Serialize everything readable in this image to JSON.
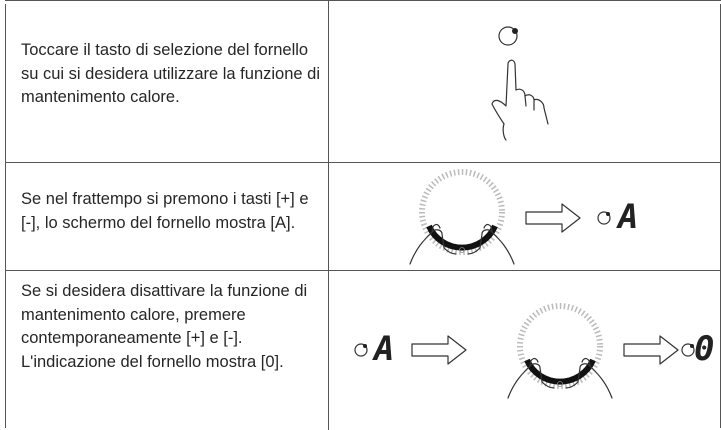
{
  "rows": [
    {
      "text": "Toccare il tasto di selezione del fornello su cui si desidera utilizzare la funzione di mantenimento calore.",
      "illustration": "finger-tap-icon"
    },
    {
      "text": "Se nel frattempo si premono i tasti [+] e [-], lo schermo del fornello mostra [A].",
      "illustration": "hands-press-dial",
      "display_char": "A"
    },
    {
      "text": "Se si desidera disattivare la funzione di mantenimento calore, premere contemporaneamente [+] e [-]. L'indicazione del fornello mostra [0].",
      "illustration": "hands-press-dial-sequence",
      "start_char": "A",
      "end_char": "0"
    }
  ]
}
